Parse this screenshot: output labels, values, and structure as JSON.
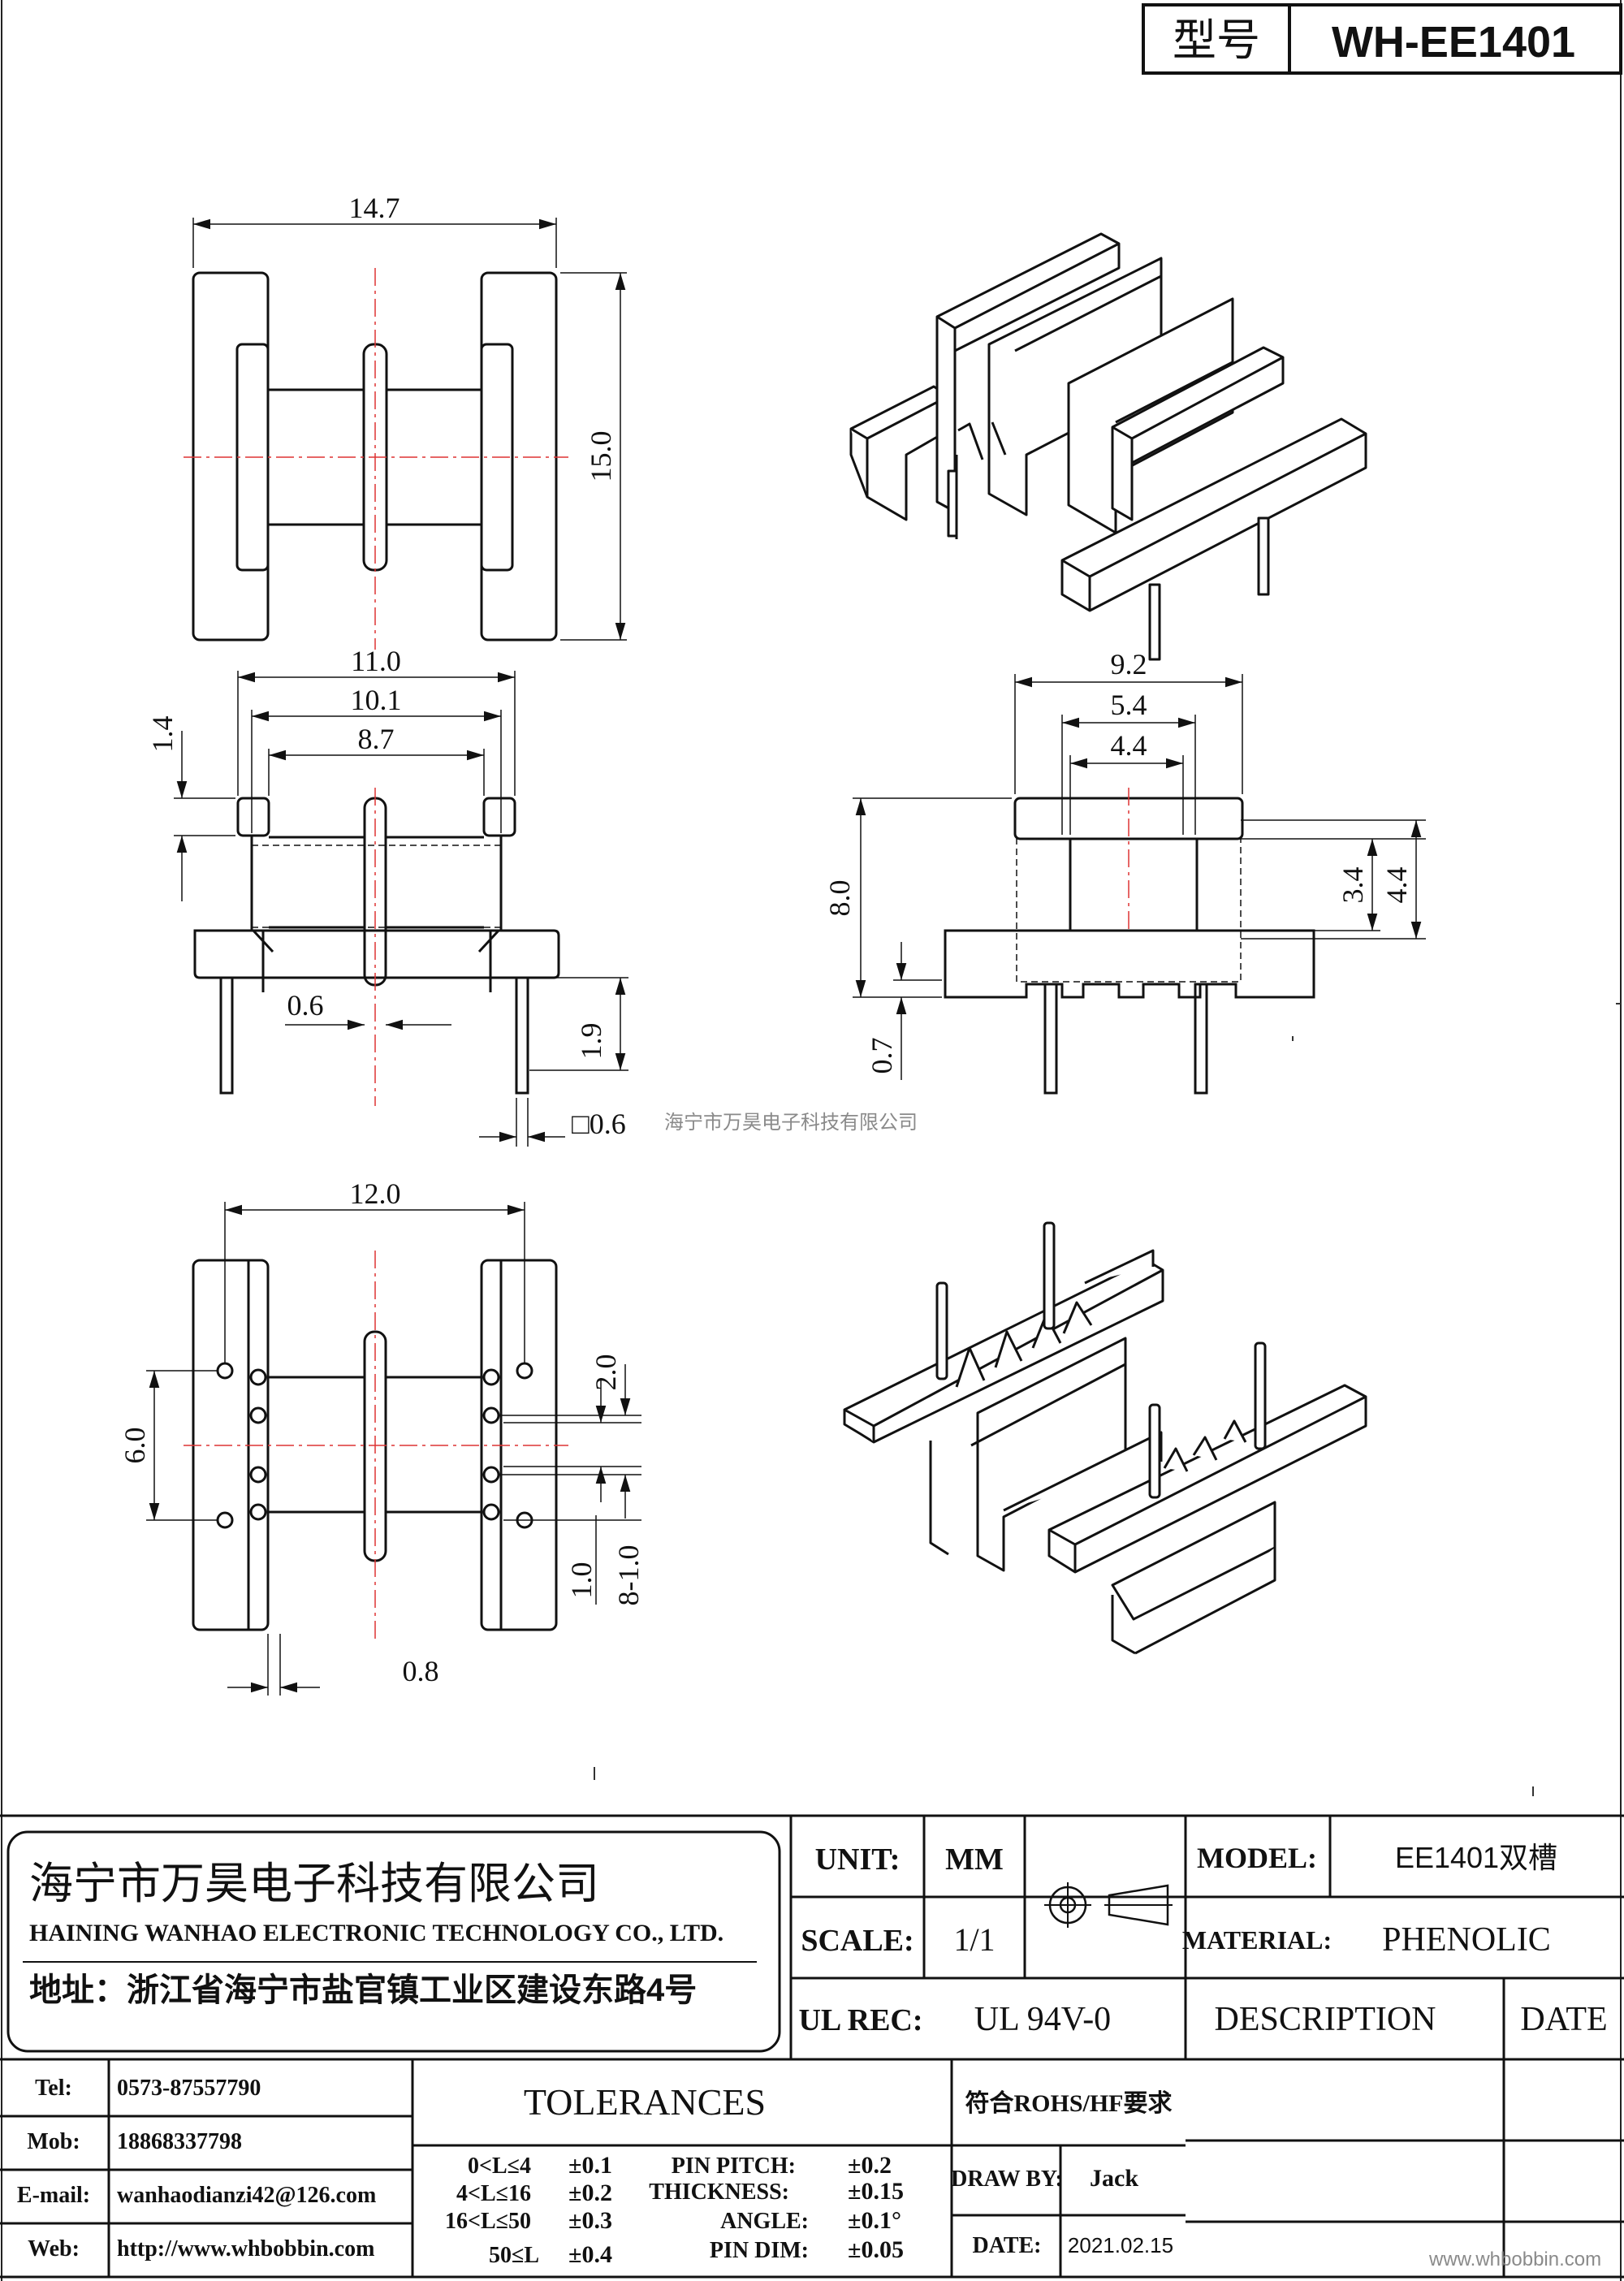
{
  "header": {
    "model_label": "型号",
    "model_value": "WH-EE1401"
  },
  "watermarks": {
    "center": "海宁市万昊电子科技有限公司",
    "corner": "www.whbobbin.com"
  },
  "dims": {
    "top_width": "14.7",
    "top_height": "15.0",
    "front_w1": "11.0",
    "front_w2": "10.1",
    "front_w3": "8.7",
    "front_flange": "1.4",
    "front_pin_offset": "0.6",
    "front_pin_len": "1.9",
    "front_pin_square": "□0.6",
    "side_w1": "9.2",
    "side_w2": "5.4",
    "side_w3": "4.4",
    "side_h1": "8.0",
    "side_h2": "3.4",
    "side_h3": "4.4",
    "side_base": "0.7",
    "bottom_width": "12.0",
    "bottom_span": "6.0",
    "bottom_pitch": "2.0",
    "bottom_h1": "1.0",
    "bottom_h2": "8-1.0",
    "bottom_off": "0.8"
  },
  "company": {
    "name_cn": "海宁市万昊电子科技有限公司",
    "name_en": "HAINING WANHAO ELECTRONIC TECHNOLOGY CO., LTD.",
    "address": "地址：浙江省海宁市盐官镇工业区建设东路4号"
  },
  "specs": {
    "unit_label": "UNIT:",
    "unit_value": "MM",
    "scale_label": "SCALE:",
    "scale_value": "1/1",
    "ul_label": "UL REC:",
    "ul_value": "UL 94V-0",
    "model_label": "MODEL:",
    "model_value": "EE1401双槽",
    "material_label": "MATERIAL:",
    "material_value": "PHENOLIC",
    "description_label": "DESCRIPTION",
    "date_label": "DATE"
  },
  "contact": {
    "tel_label": "Tel:",
    "tel": "0573-87557790",
    "mob_label": "Mob:",
    "mob": "18868337798",
    "email_label": "E-mail:",
    "email": "wanhaodianzi42@126.com",
    "web_label": "Web:",
    "web": "http://www.whbobbin.com"
  },
  "tolerances": {
    "title": "TOLERANCES",
    "ranges": [
      {
        "range": "0<L≤4",
        "tol": "±0.1"
      },
      {
        "range": "4<L≤16",
        "tol": "±0.2"
      },
      {
        "range": "16<L≤50",
        "tol": "±0.3"
      },
      {
        "range": "50≤L",
        "tol": "±0.4"
      }
    ],
    "specials": [
      {
        "label": "PIN PITCH:",
        "tol": "±0.2"
      },
      {
        "label": "THICKNESS:",
        "tol": "±0.15"
      },
      {
        "label": "ANGLE:",
        "tol": "±0.1°"
      },
      {
        "label": "PIN DIM:",
        "tol": "±0.05"
      }
    ]
  },
  "compliance": "符合ROHS/HF要求",
  "drawn": {
    "label": "DRAW BY:",
    "value": "Jack"
  },
  "date": {
    "label": "DATE:",
    "value": "2021.02.15"
  }
}
